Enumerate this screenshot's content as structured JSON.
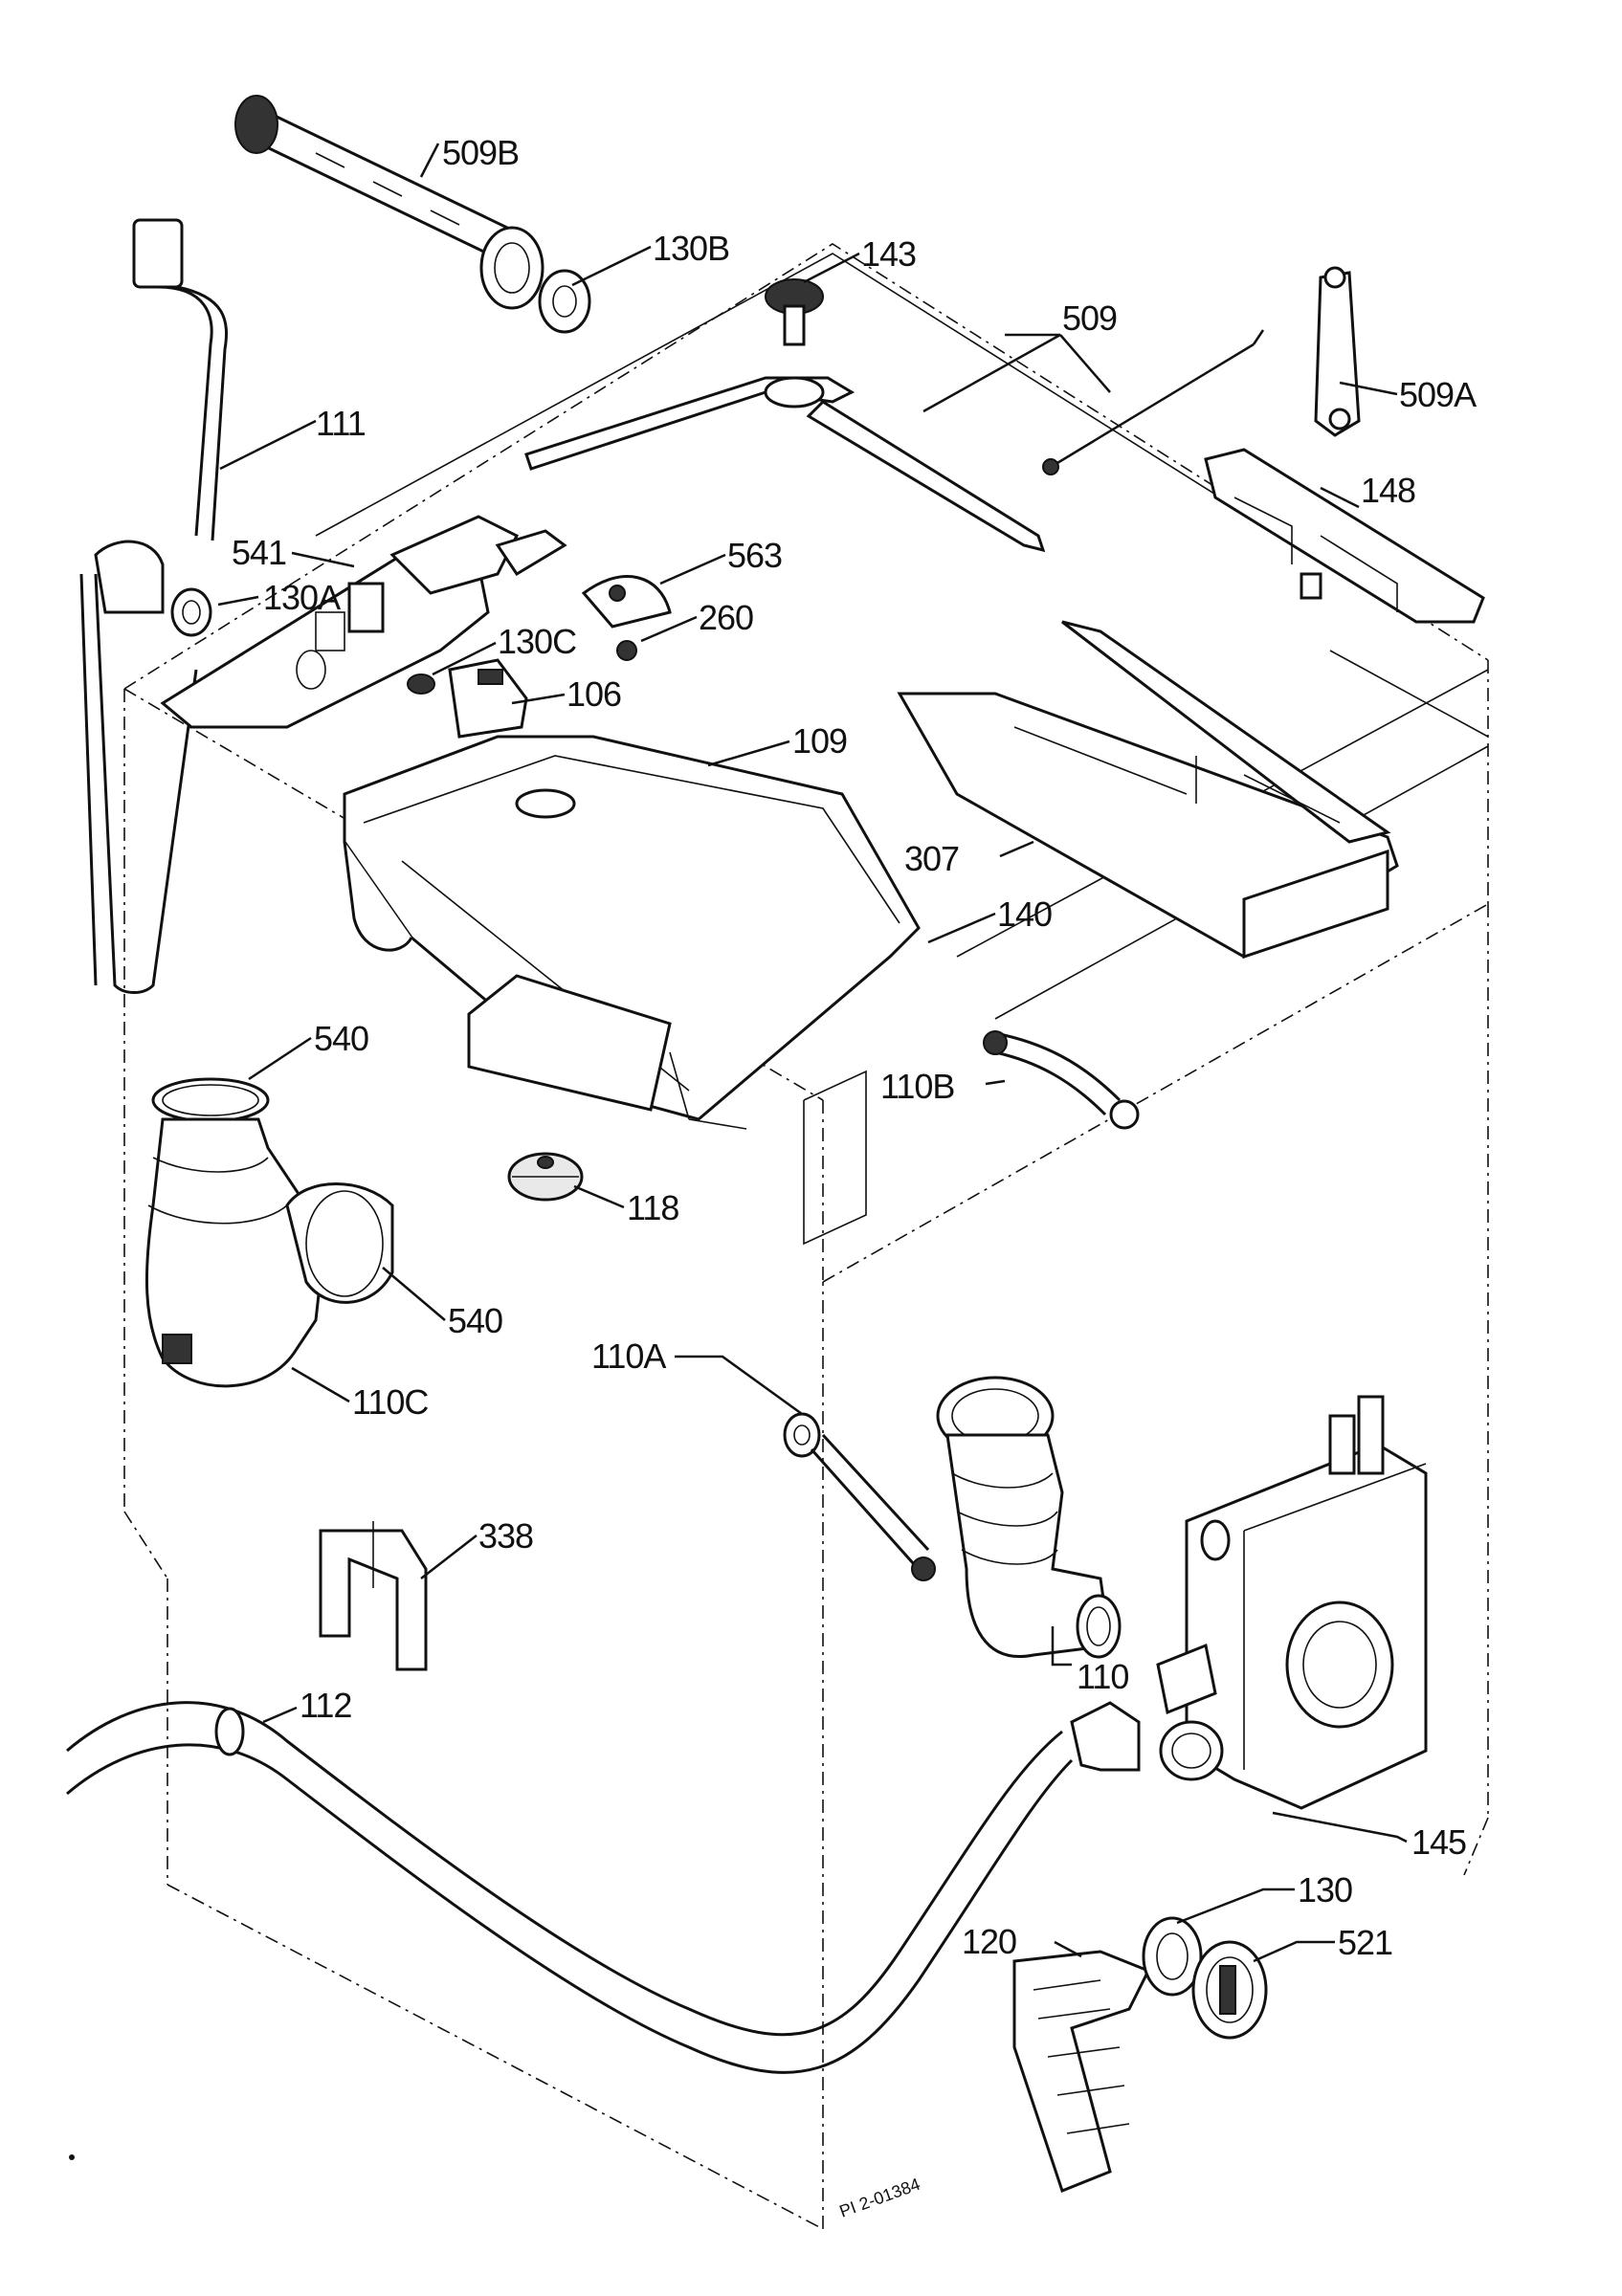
{
  "callouts": [
    {
      "id": "509b",
      "text": "509B"
    },
    {
      "id": "130b",
      "text": "130B"
    },
    {
      "id": "143",
      "text": "143"
    },
    {
      "id": "509",
      "text": "509"
    },
    {
      "id": "509a",
      "text": "509A"
    },
    {
      "id": "111",
      "text": "111"
    },
    {
      "id": "148",
      "text": "148"
    },
    {
      "id": "541",
      "text": "541"
    },
    {
      "id": "130a",
      "text": "130A"
    },
    {
      "id": "563",
      "text": "563"
    },
    {
      "id": "260",
      "text": "260"
    },
    {
      "id": "130c",
      "text": "130C"
    },
    {
      "id": "106",
      "text": "106"
    },
    {
      "id": "109",
      "text": "109"
    },
    {
      "id": "307",
      "text": "307"
    },
    {
      "id": "140",
      "text": "140"
    },
    {
      "id": "540a",
      "text": "540"
    },
    {
      "id": "110b",
      "text": "110B"
    },
    {
      "id": "118",
      "text": "118"
    },
    {
      "id": "540b",
      "text": "540"
    },
    {
      "id": "110c",
      "text": "110C"
    },
    {
      "id": "110a",
      "text": "110A"
    },
    {
      "id": "338",
      "text": "338"
    },
    {
      "id": "110",
      "text": "110"
    },
    {
      "id": "112",
      "text": "112"
    },
    {
      "id": "145",
      "text": "145"
    },
    {
      "id": "130",
      "text": "130"
    },
    {
      "id": "120",
      "text": "120"
    },
    {
      "id": "521",
      "text": "521"
    }
  ],
  "drawing_code": "PI 2-01384"
}
